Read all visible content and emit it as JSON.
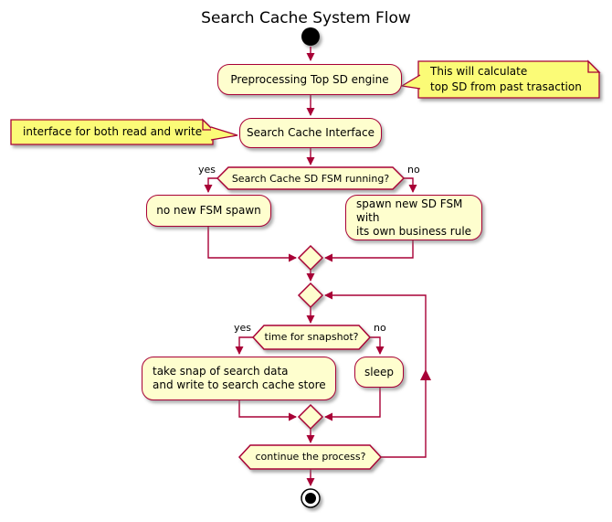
{
  "title": "Search Cache System Flow",
  "colors": {
    "node_fill": "#fefece",
    "node_border": "#a80036",
    "note_fill": "#fbfb77",
    "note_border": "#a80036",
    "arrow": "#a80036",
    "text": "#000000",
    "background": "#ffffff",
    "terminal": "#000000"
  },
  "activities": {
    "preprocessing": "Preprocessing Top SD engine",
    "interface": "Search Cache Interface",
    "no_new_fsm": "no new FSM spawn",
    "spawn_fsm": "spawn new SD FSM with\nits own business rule",
    "take_snap": "take snap of search data\nand write to search cache store",
    "sleep": "sleep"
  },
  "decisions": {
    "fsm_running": "Search Cache SD FSM running?",
    "snapshot": "time for snapshot?",
    "continue": "continue the process?"
  },
  "labels": {
    "yes": "yes",
    "no": "no"
  },
  "notes": {
    "calculate": "This will calculate\ntop SD from past trasaction",
    "interface": "interface for both read and write"
  }
}
